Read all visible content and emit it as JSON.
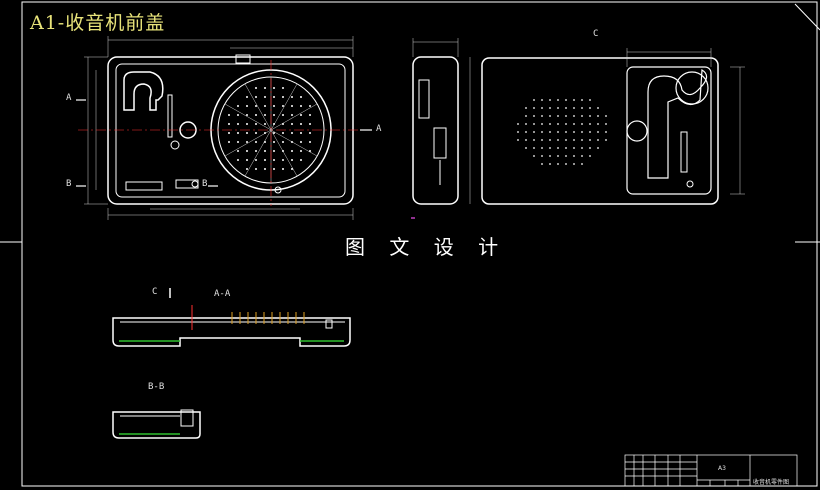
{
  "title": "A1-收音机前盖",
  "watermark": "图 文 设 计",
  "view_labels": {
    "section_a_left": "A",
    "section_a_right": "A",
    "section_b_left": "B",
    "section_b_right": "B",
    "view_c": "C",
    "section_aa": "A-A",
    "section_bb": "B-B",
    "view_c_arrow": "C"
  },
  "title_block": {
    "part_code": "A3",
    "part_name": "收音机零件图"
  },
  "colors": {
    "background": "#000000",
    "outline": "#ffffff",
    "dimension": "#d0d0d0",
    "center_line": "#ff3030",
    "hidden_line": "#30c030",
    "title": "#e8e37a"
  }
}
